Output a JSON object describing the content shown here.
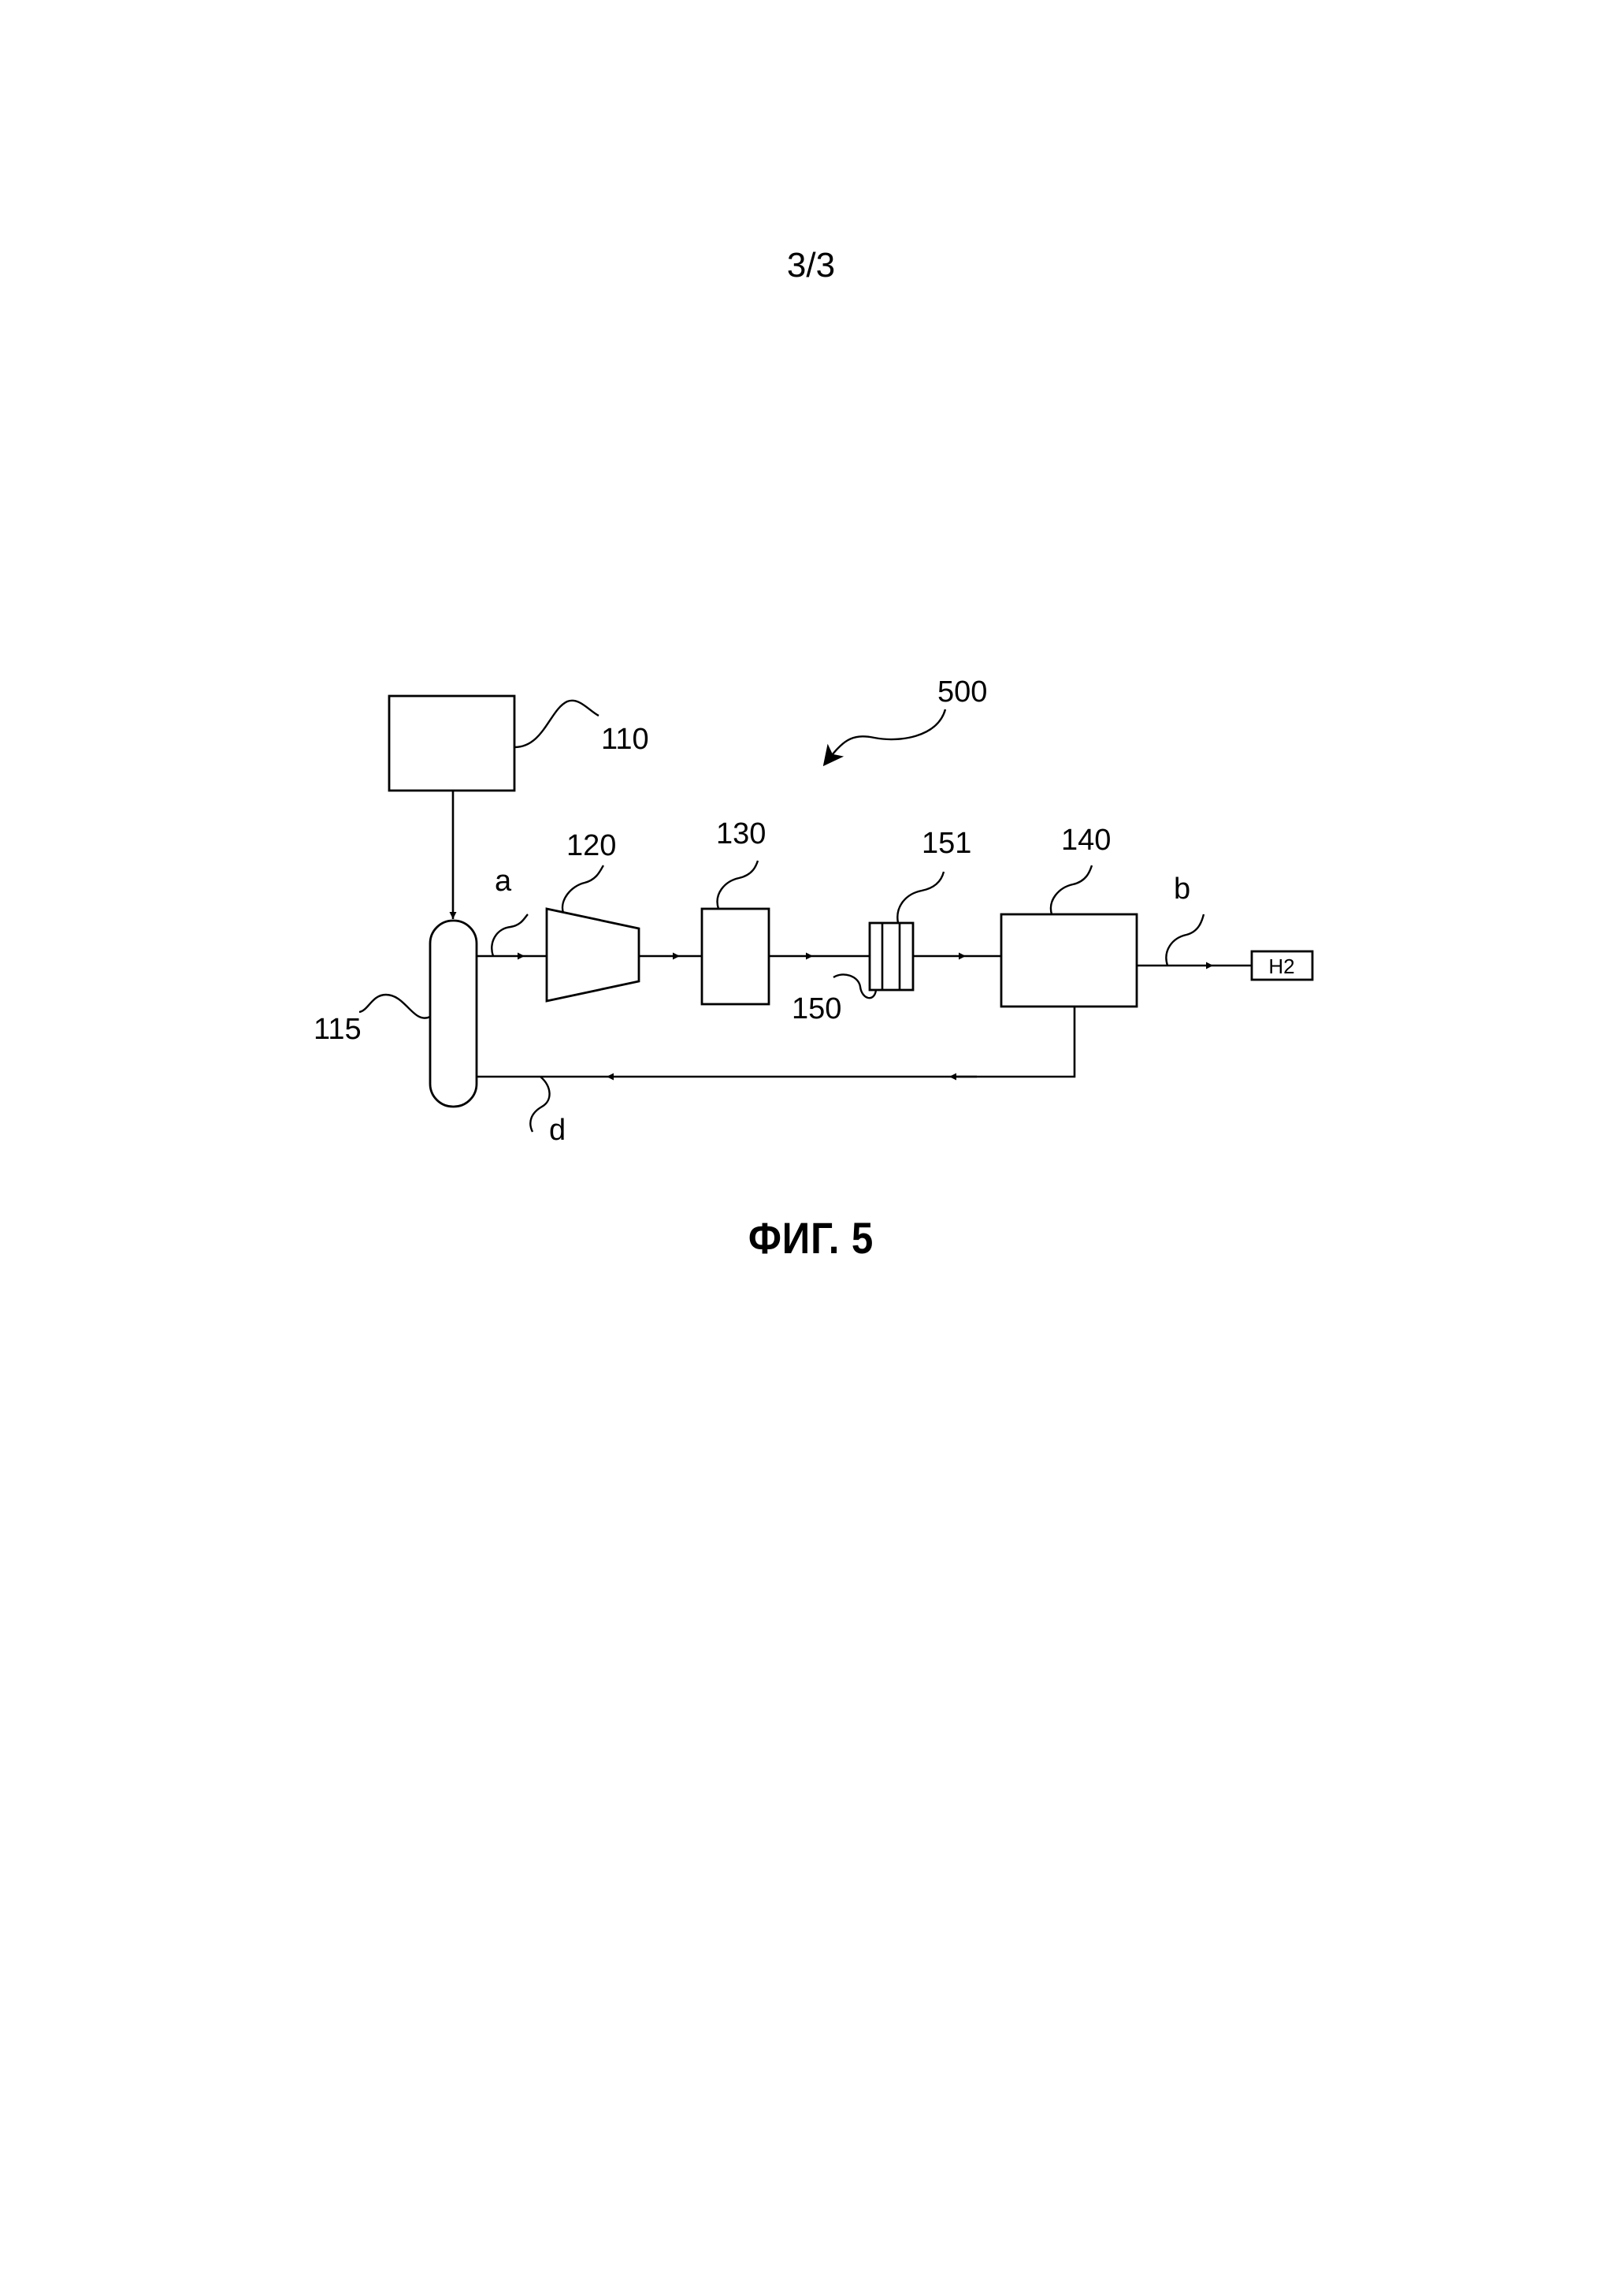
{
  "page": {
    "number": "3/3",
    "caption": "ФИГ. 5"
  },
  "diagram": {
    "system_label": "500",
    "components": {
      "source": "110",
      "separator": "115",
      "compressor": "120",
      "unit_130": "130",
      "unit_140": "140",
      "element_150": "150",
      "element_151": "151",
      "product": "H2"
    },
    "streams": {
      "a": "a",
      "b": "b",
      "d": "d"
    }
  }
}
